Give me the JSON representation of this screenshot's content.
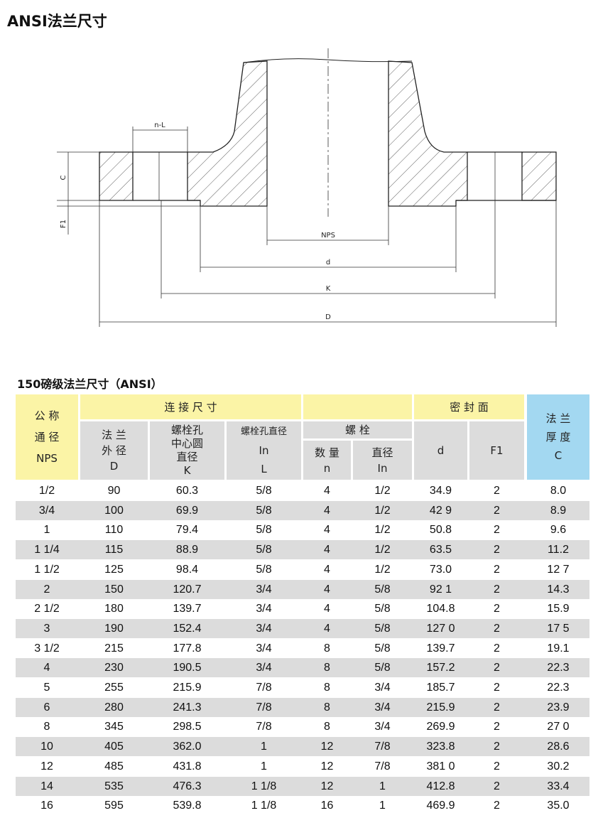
{
  "title": "ANSI法兰尺寸",
  "drawing": {
    "labels": {
      "nL": "n-L",
      "C": "C",
      "F1": "F1",
      "NPS": "NPS",
      "d": "d",
      "K": "K",
      "D": "D"
    }
  },
  "table": {
    "title": "150磅级法兰尺寸（ANSI）",
    "headers": {
      "nps": [
        "公 称",
        "通 径",
        "NPS"
      ],
      "connection": "连  接  尺  寸",
      "blank": "",
      "seal": "密    封    面",
      "thickness": [
        "法 兰",
        "厚 度",
        "C"
      ],
      "D": [
        "法 兰",
        "外 径",
        "D"
      ],
      "K": [
        "螺栓孔",
        "中心圆",
        "直径",
        "K"
      ],
      "L": [
        "螺栓孔直径",
        "In",
        "L"
      ],
      "bolt": "螺 栓",
      "n": [
        "数 量",
        "n"
      ],
      "boltdia": [
        "直径",
        "In"
      ],
      "d": "d",
      "F1": "F1"
    },
    "rows": [
      [
        "1/2",
        "90",
        "60.3",
        "5/8",
        "4",
        "1/2",
        "34.9",
        "2",
        "8.0"
      ],
      [
        "3/4",
        "100",
        "69.9",
        "5/8",
        "4",
        "1/2",
        "42 9",
        "2",
        "8.9"
      ],
      [
        "1",
        "110",
        "79.4",
        "5/8",
        "4",
        "1/2",
        "50.8",
        "2",
        "9.6"
      ],
      [
        "1 1/4",
        "115",
        "88.9",
        "5/8",
        "4",
        "1/2",
        "63.5",
        "2",
        "11.2"
      ],
      [
        "1 1/2",
        "125",
        "98.4",
        "5/8",
        "4",
        "1/2",
        "73.0",
        "2",
        "12 7"
      ],
      [
        "2",
        "150",
        "120.7",
        "3/4",
        "4",
        "5/8",
        "92 1",
        "2",
        "14.3"
      ],
      [
        "2 1/2",
        "180",
        "139.7",
        "3/4",
        "4",
        "5/8",
        "104.8",
        "2",
        "15.9"
      ],
      [
        "3",
        "190",
        "152.4",
        "3/4",
        "4",
        "5/8",
        "127 0",
        "2",
        "17 5"
      ],
      [
        "3 1/2",
        "215",
        "177.8",
        "3/4",
        "8",
        "5/8",
        "139.7",
        "2",
        "19.1"
      ],
      [
        "4",
        "230",
        "190.5",
        "3/4",
        "8",
        "5/8",
        "157.2",
        "2",
        "22.3"
      ],
      [
        "5",
        "255",
        "215.9",
        "7/8",
        "8",
        "3/4",
        "185.7",
        "2",
        "22.3"
      ],
      [
        "6",
        "280",
        "241.3",
        "7/8",
        "8",
        "3/4",
        "215.9",
        "2",
        "23.9"
      ],
      [
        "8",
        "345",
        "298.5",
        "7/8",
        "8",
        "3/4",
        "269.9",
        "2",
        "27 0"
      ],
      [
        "10",
        "405",
        "362.0",
        "1",
        "12",
        "7/8",
        "323.8",
        "2",
        "28.6"
      ],
      [
        "12",
        "485",
        "431.8",
        "1",
        "12",
        "7/8",
        "381 0",
        "2",
        "30.2"
      ],
      [
        "14",
        "535",
        "476.3",
        "1 1/8",
        "12",
        "1",
        "412.8",
        "2",
        "33.4"
      ],
      [
        "16",
        "595",
        "539.8",
        "1 1/8",
        "16",
        "1",
        "469.9",
        "2",
        "35.0"
      ]
    ]
  }
}
